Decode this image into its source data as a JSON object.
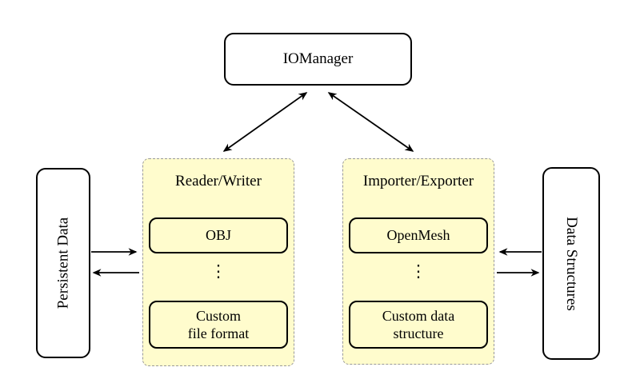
{
  "nodes": {
    "iomanager": {
      "label": "IOManager"
    },
    "persistent_data": {
      "label": "Persistent Data"
    },
    "data_structures": {
      "label": "Data Structures"
    },
    "reader_writer": {
      "title": "Reader/Writer",
      "item_top": "OBJ",
      "dots": "⋮",
      "item_bottom": "Custom\nfile format"
    },
    "importer_exporter": {
      "title": "Importer/Exporter",
      "item_top": "OpenMesh",
      "dots": "⋮",
      "item_bottom": "Custom data\nstructure"
    }
  },
  "edges": [
    {
      "from": "iomanager",
      "to": "reader_writer",
      "direction": "both"
    },
    {
      "from": "iomanager",
      "to": "importer_exporter",
      "direction": "both"
    },
    {
      "from": "persistent_data",
      "to": "reader_writer",
      "direction": "right"
    },
    {
      "from": "reader_writer",
      "to": "persistent_data",
      "direction": "left"
    },
    {
      "from": "data_structures",
      "to": "importer_exporter",
      "direction": "left"
    },
    {
      "from": "importer_exporter",
      "to": "data_structures",
      "direction": "right"
    }
  ],
  "colors": {
    "group_fill": "#FFFCCD",
    "group_border": "#999999",
    "line": "#000000",
    "node_fill": "#FFFFFF"
  }
}
